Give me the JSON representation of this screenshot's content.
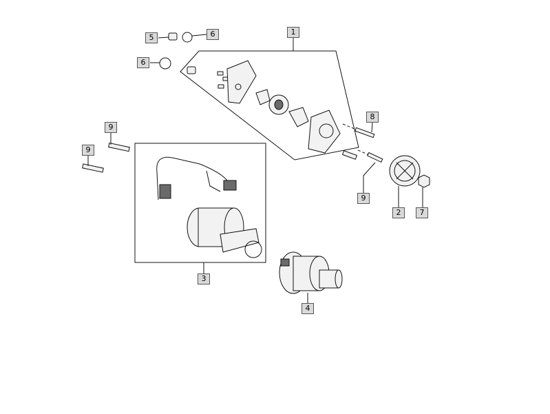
{
  "callouts": [
    {
      "id": "c1",
      "label": "1"
    },
    {
      "id": "c2",
      "label": "2"
    },
    {
      "id": "c3",
      "label": "3"
    },
    {
      "id": "c4",
      "label": "4"
    },
    {
      "id": "c5",
      "label": "5"
    },
    {
      "id": "c6a",
      "label": "6"
    },
    {
      "id": "c6b",
      "label": "6"
    },
    {
      "id": "c7",
      "label": "7"
    },
    {
      "id": "c8",
      "label": "8"
    },
    {
      "id": "c9a",
      "label": "9"
    },
    {
      "id": "c9b",
      "label": "9"
    },
    {
      "id": "c9c",
      "label": "9"
    }
  ],
  "colors": {
    "callout_bg": "#d9d9d9",
    "line": "#111111",
    "part_fill": "#f2f2f2"
  }
}
